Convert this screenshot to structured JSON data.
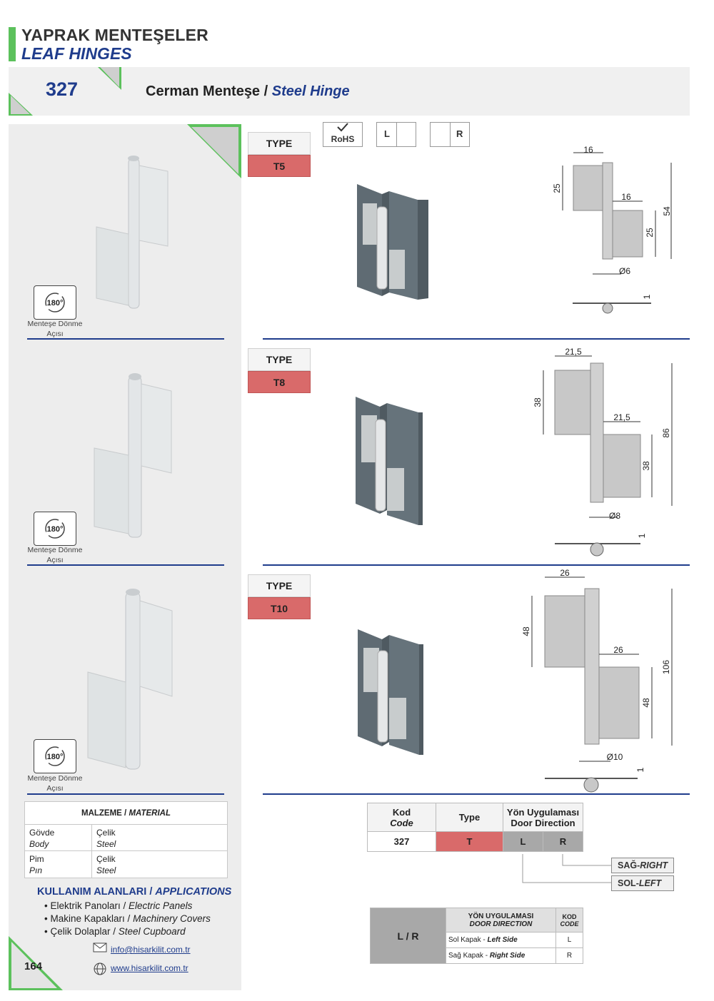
{
  "header": {
    "title_tr": "YAPRAK MENTEŞELER",
    "title_en": "LEAF HINGES"
  },
  "product": {
    "code": "327",
    "name_tr": "Cerman Menteşe /",
    "name_en": "Steel Hinge"
  },
  "badges": {
    "rohs": "RoHS",
    "left": "L",
    "right": "R"
  },
  "variants": [
    {
      "type_label": "TYPE",
      "type": "T5",
      "rotation": "180°",
      "rotation_caption_1": "Menteşe Dönme",
      "rotation_caption_2": "Açısı",
      "dims": {
        "leaf_width_top": "16",
        "leaf_height_top": "25",
        "leaf_width_bottom": "16",
        "leaf_height_bottom": "25",
        "total_height": "54",
        "pin_diameter": "Ø6",
        "thickness": "1"
      }
    },
    {
      "type_label": "TYPE",
      "type": "T8",
      "rotation": "180°",
      "rotation_caption_1": "Menteşe Dönme",
      "rotation_caption_2": "Açısı",
      "dims": {
        "leaf_width_top": "21,5",
        "leaf_height_top": "38",
        "leaf_width_bottom": "21,5",
        "leaf_height_bottom": "38",
        "total_height": "86",
        "pin_diameter": "Ø8",
        "thickness": "1"
      }
    },
    {
      "type_label": "TYPE",
      "type": "T10",
      "rotation": "180°",
      "rotation_caption_1": "Menteşe Dönme",
      "rotation_caption_2": "Açısı",
      "dims": {
        "leaf_width_top": "26",
        "leaf_height_top": "48",
        "leaf_width_bottom": "26",
        "leaf_height_bottom": "48",
        "total_height": "106",
        "pin_diameter": "Ø10",
        "thickness": "1"
      }
    }
  ],
  "material": {
    "heading_tr": "MALZEME /",
    "heading_en": "MATERIAL",
    "rows": [
      {
        "part_tr": "Gövde",
        "part_en": "Body",
        "mat_tr": "Çelik",
        "mat_en": "Steel"
      },
      {
        "part_tr": "Pim",
        "part_en": "Pın",
        "mat_tr": "Çelik",
        "mat_en": "Steel"
      }
    ]
  },
  "applications": {
    "heading_tr": "KULLANIM ALANLARI /",
    "heading_en": "APPLICATIONS",
    "items": [
      {
        "tr": "Elektrik Panoları /",
        "en": "Electric Panels"
      },
      {
        "tr": "Makine Kapakları /",
        "en": "Machinery Covers"
      },
      {
        "tr": "Çelik Dolaplar /",
        "en": "Steel Cupboard"
      }
    ]
  },
  "contact": {
    "email": "info@hisarkilit.com.tr",
    "web": "www.hisarkilit.com.tr"
  },
  "page_number": "164",
  "code_table": {
    "h_code_tr": "Kod",
    "h_code_en": "Code",
    "h_type": "Type",
    "h_dir_tr": "Yön Uygulaması",
    "h_dir_en": "Door Direction",
    "code": "327",
    "type": "T",
    "left": "L",
    "right": "R"
  },
  "direction_labels": {
    "right_tr": "SAĞ-",
    "right_en": "RIGHT",
    "left_tr": "SOL-",
    "left_en": "LEFT"
  },
  "lr_table": {
    "key": "L / R",
    "h_dir_tr": "YÖN UYGULAMASI",
    "h_dir_en": "DOOR DIRECTION",
    "h_kod": "KOD",
    "h_code": "CODE",
    "row1_tr": "Sol Kapak - ",
    "row1_en": "Left Side",
    "row1_code": "L",
    "row2_tr": "Sağ Kapak - ",
    "row2_en": "Right Side",
    "row2_code": "R"
  },
  "colors": {
    "accent_green": "#5cc15c",
    "navy": "#1f3c8c",
    "type_red": "#d96a6a",
    "hinge_body": "#5f6b73",
    "leaf_grey": "#b8b8b8"
  }
}
